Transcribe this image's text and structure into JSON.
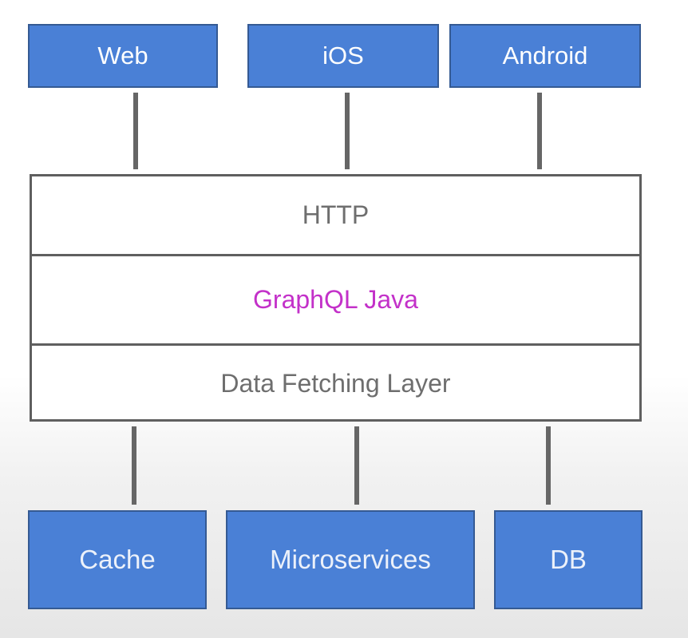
{
  "clients": [
    {
      "label": "Web"
    },
    {
      "label": "iOS"
    },
    {
      "label": "Android"
    }
  ],
  "server_stack": {
    "layers": [
      {
        "label": "HTTP"
      },
      {
        "label": "GraphQL Java"
      },
      {
        "label": "Data Fetching Layer"
      }
    ]
  },
  "backends": [
    {
      "label": "Cache"
    },
    {
      "label": "Microservices"
    },
    {
      "label": "DB"
    }
  ],
  "colors": {
    "box_fill": "#4a80d6",
    "box_border": "#355a93",
    "stack_border": "#5f5f5f",
    "connector": "#666666",
    "layer_text": "#6e6e6e",
    "graphql_text": "#c331c9"
  }
}
